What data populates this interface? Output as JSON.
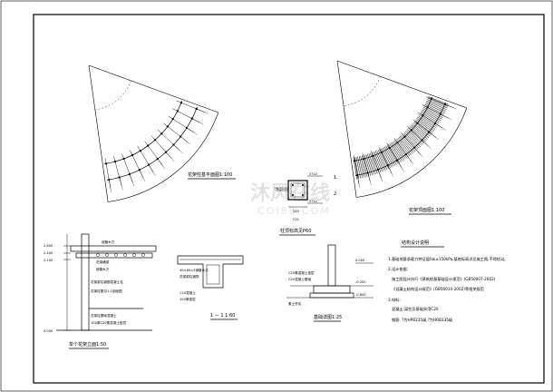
{
  "drawing": {
    "border_color": "#000000",
    "watermark": {
      "name": "沐风在线",
      "domain": "COI88.COM",
      "color": "#e3e3e3"
    },
    "plan_left": {
      "caption": "花架柱基平面图1:100",
      "radials": 12
    },
    "plan_right": {
      "caption": "花架顶面图1:100",
      "radials": 12
    },
    "column_section": {
      "caption": "柱顶标高见P60",
      "labels": [
        "2?12",
        "?6@150",
        "2?12",
        "240",
        "C21"
      ],
      "marks": [
        "1.",
        "2."
      ]
    },
    "elevation": {
      "caption": "单个花架立面1:50",
      "level_labels": [
        "2.600",
        "2.400",
        "2.200",
        "0.000"
      ],
      "notes": [
        "钢管木方",
        "花架横梁",
        "钢管木方",
        "花架梁柱钢筋混凝土柱",
        "花架柱基见1-1剖面图",
        "花架柱基础混凝土",
        "100厚C20素混凝土垫层"
      ]
    },
    "section_11": {
      "caption": "1 — 1 1:60",
      "notes": [
        "40×60×3钢管木方",
        "花架梁柱钢筋",
        "C20混凝土",
        "100厚垫层"
      ]
    },
    "footing": {
      "caption": "基础详图1:25",
      "level_labels": [
        "0.000",
        "-0.200",
        "-0.800"
      ],
      "notes": [
        "C20素混凝土垫层",
        "C20混凝土基础",
        "素土夯实"
      ]
    },
    "design_notes": {
      "title": "结构设计说明",
      "items": [
        "1.基础地基承载力特征值fak≥150kPa,基底标高详见施工图,不得扰动。",
        "2.设计依据:",
        "施工图设计执行《建筑地基基础设计规范》(GB50007-2002)",
        "《混凝土结构设计规范》(GB50010-2002)等相关规范",
        "3.材料:",
        "混凝土:梁柱及基础采用C20",
        "钢筋: ?为HPB235级,?为HRB335级"
      ]
    }
  }
}
